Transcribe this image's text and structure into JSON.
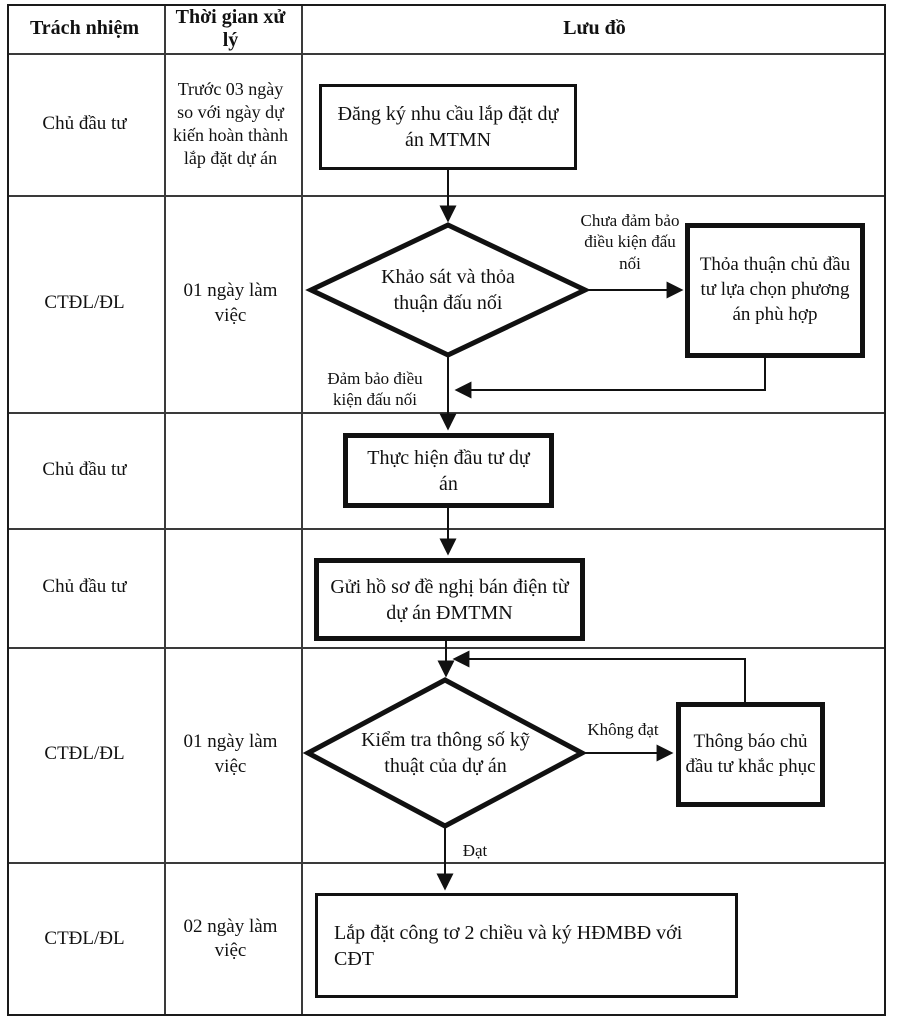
{
  "header": {
    "responsibility": "Trách nhiệm",
    "time": "Thời gian xử lý",
    "flow": "Lưu đồ"
  },
  "rows": [
    {
      "responsibility": "Chủ đầu tư",
      "time": "Trước 03 ngày so với ngày dự kiến hoàn thành lắp đặt dự án"
    },
    {
      "responsibility": "CTĐL/ĐL",
      "time": "01 ngày làm việc"
    },
    {
      "responsibility": "Chủ đầu tư",
      "time": ""
    },
    {
      "responsibility": "Chủ đầu tư",
      "time": ""
    },
    {
      "responsibility": "CTĐL/ĐL",
      "time": "01 ngày làm việc"
    },
    {
      "responsibility": "CTĐL/ĐL",
      "time": "02 ngày làm việc"
    }
  ],
  "flow": {
    "register_box": "Đăng ký nhu cầu lắp đặt dự án MTMN",
    "survey_diamond": "Khảo sát và thỏa thuận đấu nối",
    "agree_box": "Thỏa thuận chủ đầu tư lựa chọn phương án phù hợp",
    "invest_box": "Thực hiện đầu tư dự án",
    "send_box": "Gửi hồ sơ đề nghị bán điện từ dự án ĐMTMN",
    "check_diamond": "Kiểm tra thông số kỹ thuật của dự án",
    "notify_box": "Thông báo chủ đầu tư khắc phục",
    "install_box": "Lắp đặt công tơ 2 chiều và ký HĐMBĐ với CĐT",
    "labels": {
      "not_qualified": "Chưa đảm bảo điều kiện đấu nối",
      "qualified": "Đảm bảo điều kiện đấu nối",
      "fail": "Không đạt",
      "pass": "Đạt"
    }
  },
  "colors": {
    "line": "#111111",
    "background": "#ffffff"
  }
}
